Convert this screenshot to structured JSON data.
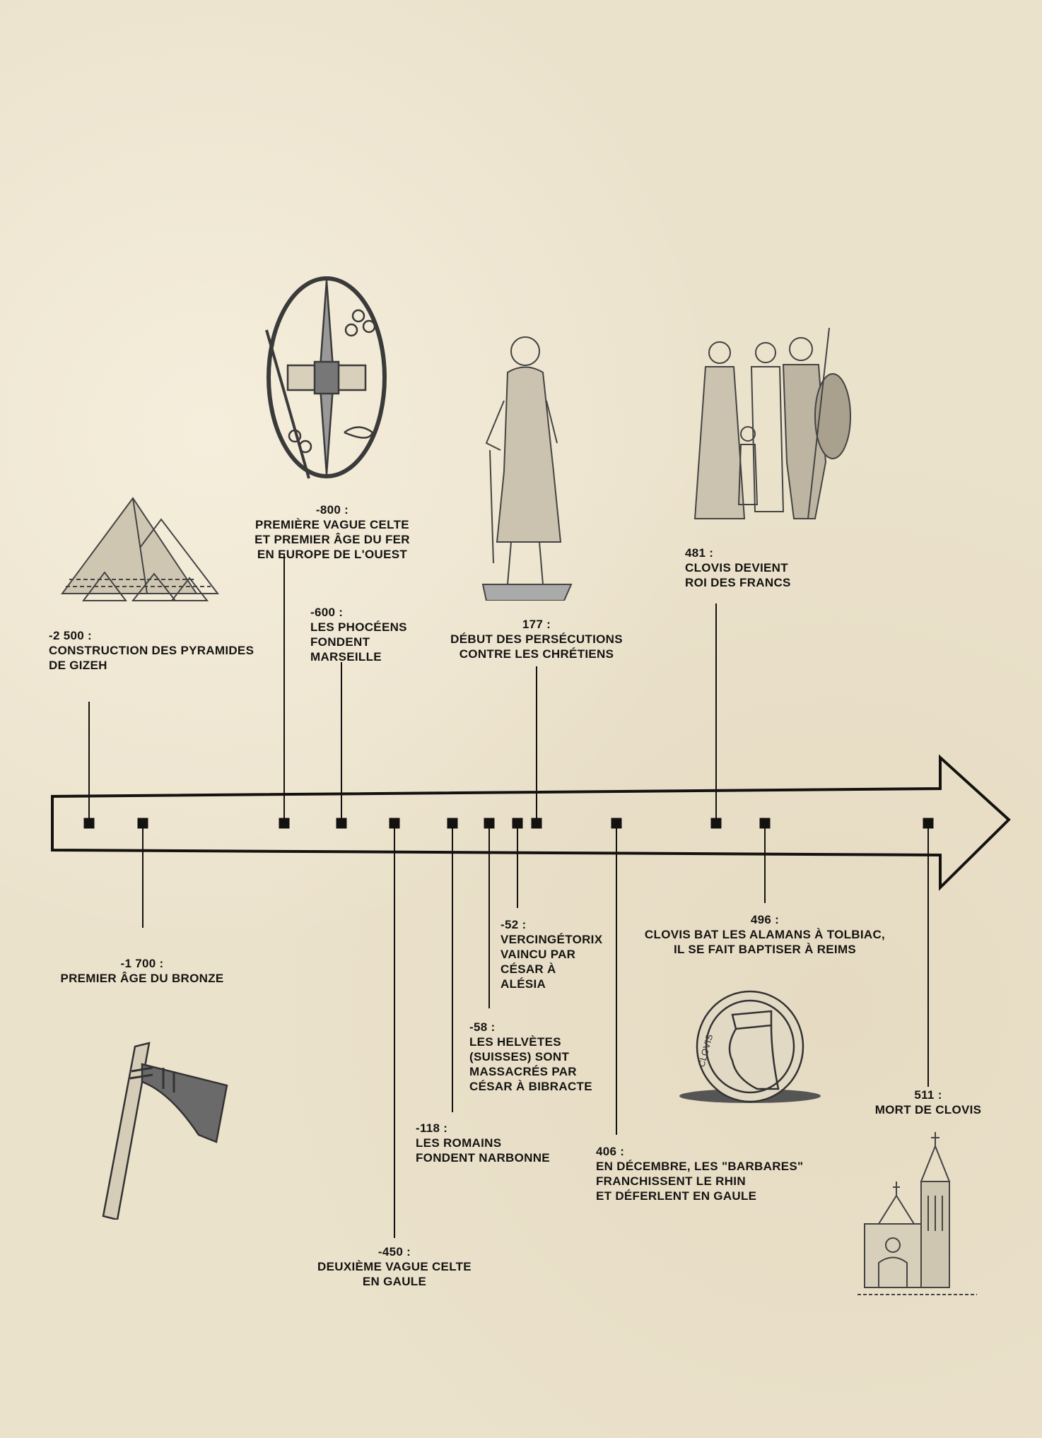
{
  "title": "Frise chronologique",
  "events": [
    {
      "year": "-2 500 :",
      "lines": [
        "Construction des pyramides",
        "de Gizeh"
      ]
    },
    {
      "year": "-1 700 :",
      "lines": [
        "Premier âge du bronze"
      ]
    },
    {
      "year": "-800 :",
      "lines": [
        "Première vague celte",
        "et premier âge du fer",
        "en Europe de l'Ouest"
      ]
    },
    {
      "year": "-600 :",
      "lines": [
        "Les Phocéens",
        "fondent",
        "Marseille"
      ]
    },
    {
      "year": "-450 :",
      "lines": [
        "Deuxième vague celte",
        "en Gaule"
      ]
    },
    {
      "year": "-118 :",
      "lines": [
        "Les Romains",
        "fondent Narbonne"
      ]
    },
    {
      "year": "-58 :",
      "lines": [
        "Les Helvètes",
        "(Suisses) sont",
        "massacrés par",
        "César à Bibracte"
      ]
    },
    {
      "year": "-52 :",
      "lines": [
        "Vercingétorix",
        "vaincu par",
        "César à",
        "Alésia"
      ]
    },
    {
      "year": "177 :",
      "lines": [
        "Début des persécutions",
        "contre les chrétiens"
      ]
    },
    {
      "year": "406 :",
      "lines": [
        "En décembre, les \"barbares\"",
        "franchissent le Rhin",
        "et déferlent en Gaule"
      ]
    },
    {
      "year": "481 :",
      "lines": [
        "Clovis devient",
        "roi des Francs"
      ]
    },
    {
      "year": "496 :",
      "lines": [
        "Clovis bat les Alamans à Tolbiac,",
        "il se fait baptiser à Reims"
      ]
    },
    {
      "year": "511 :",
      "lines": [
        "Mort de Clovis"
      ]
    }
  ],
  "coin_inscription": "CLOVIS",
  "colors": {
    "paper": "#ebe2cc",
    "ink": "#141210",
    "pencil": "#555"
  }
}
